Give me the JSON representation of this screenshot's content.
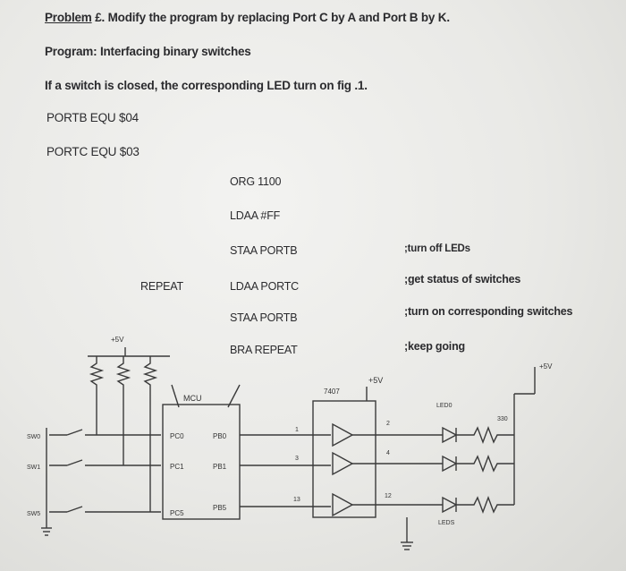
{
  "problem": {
    "label": "Problem",
    "number_mark": "£",
    "text": ". Modify the program by replacing Port C by A and Port B by K."
  },
  "program_title": "Program: Interfacing binary switches",
  "description": "If a switch is closed, the corresponding LED turn on fig .1.",
  "equates": [
    "PORTB EQU $04",
    "PORTC EQU $03"
  ],
  "listing": {
    "label": "REPEAT",
    "lines": [
      {
        "instr": "ORG 1100",
        "comment": ""
      },
      {
        "instr": "LDAA  #FF",
        "comment": ""
      },
      {
        "instr": "STAA  PORTB",
        "comment": ";turn off LEDs"
      },
      {
        "instr": "LDAA  PORTC",
        "comment": ";get status of switches"
      },
      {
        "instr": "STAA  PORTB",
        "comment": ";turn on corresponding switches"
      },
      {
        "instr": "BRA   REPEAT",
        "comment": ";keep going"
      }
    ]
  },
  "figure": {
    "vcc_left": "+5V",
    "vcc_mid": "+5V",
    "vcc_right": "+5V",
    "mcu_label": "MCU",
    "chip": "7407",
    "port_c_pins": [
      "PC0",
      "PC1",
      "PC5"
    ],
    "port_b_pins": [
      "PB0",
      "PB1",
      "PB5"
    ],
    "switch_labels": [
      "SW0",
      "SW1",
      "SW5"
    ],
    "gate_pins": [
      "1",
      "3",
      "13"
    ],
    "out_pins": [
      "2",
      "4",
      "12"
    ],
    "led_label": "LED0",
    "resistor": "330",
    "leds_label": "LEDS"
  }
}
